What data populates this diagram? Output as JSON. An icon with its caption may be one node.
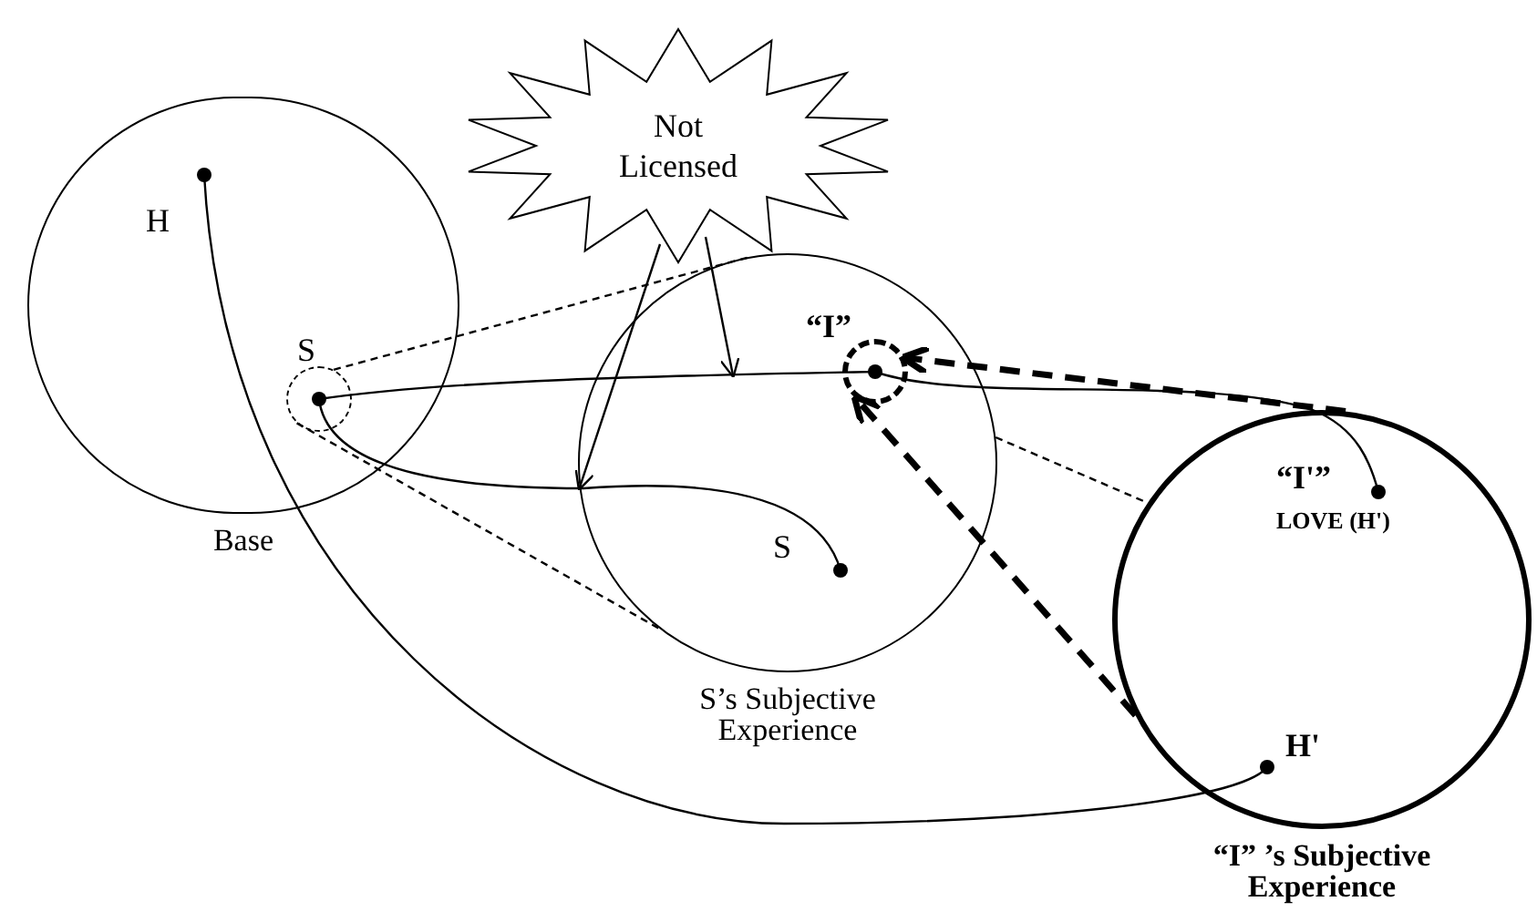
{
  "diagram": {
    "nodes": [
      {
        "text": [
          "Base"
        ]
      },
      {
        "text": [
          "H"
        ],
        "in": 0
      },
      {
        "text": [
          "S"
        ],
        "in": 0
      },
      {
        "text": [
          "S’s Subjective Experience"
        ]
      },
      {
        "text": [
          "“I”"
        ],
        "in": 3
      },
      {
        "text": [
          "S"
        ],
        "in": 3
      },
      {
        "text": [
          "“I” ’s Subjective Experience"
        ]
      },
      {
        "text": [
          "“I'”",
          "LOVE (H')"
        ],
        "in": 6
      },
      {
        "text": [
          "H'"
        ],
        "in": 6
      },
      {
        "text": [
          "Not Licensed"
        ]
      }
    ],
    "edges": [
      {
        "from": 1,
        "to": 8,
        "arrow": "none"
      },
      {
        "from": 2,
        "to": 4,
        "arrow": "none"
      },
      {
        "from": 2,
        "to": 5,
        "arrow": "none"
      },
      {
        "from": 4,
        "to": 7,
        "arrow": "none"
      },
      {
        "from": 9,
        "to": null,
        "arrow": "to"
      },
      {
        "from": 9,
        "to": 3,
        "arrow": "to"
      },
      {
        "from": 2,
        "to": 3,
        "arrow": "none",
        "style": "dashed"
      },
      {
        "from": 2,
        "to": 3,
        "arrow": "none",
        "style": "dashed"
      },
      {
        "from": 3,
        "to": 6,
        "arrow": "none",
        "style": "dashed"
      },
      {
        "from": 6,
        "to": 4,
        "arrow": "to",
        "style": "dashed"
      },
      {
        "from": 6,
        "to": 4,
        "arrow": "to",
        "style": "dashed"
      }
    ]
  }
}
